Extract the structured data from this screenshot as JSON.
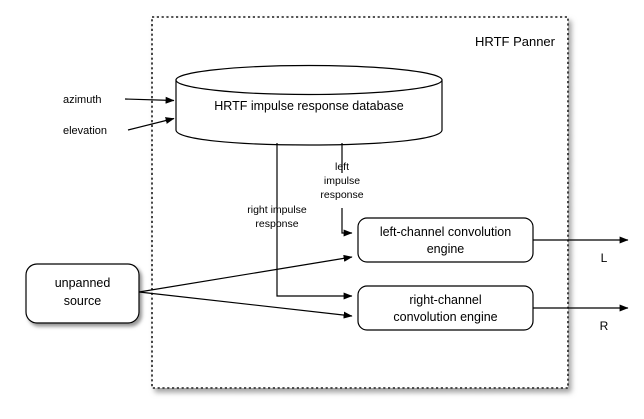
{
  "diagram": {
    "title": "HRTF Panner",
    "container_label": "HRTF Panner",
    "nodes": {
      "database": "HRTF impulse response database",
      "left_engine_line1": "left-channel convolution",
      "left_engine_line2": "engine",
      "right_engine_line1": "right-channel",
      "right_engine_line2": "convolution engine",
      "source_line1": "unpanned",
      "source_line2": "source"
    },
    "inputs": {
      "azimuth": "azimuth",
      "elevation": "elevation"
    },
    "edge_labels": {
      "left_impulse_line1": "left",
      "left_impulse_line2": "impulse",
      "left_impulse_line3": "response",
      "right_impulse_line1": "right impulse",
      "right_impulse_line2": "response"
    },
    "outputs": {
      "left_channel": "L",
      "right_channel": "R"
    },
    "colors": {
      "stroke": "#000000",
      "fill": "#ffffff",
      "container_border": "#1a1a1a",
      "background": "#ffffff"
    }
  }
}
